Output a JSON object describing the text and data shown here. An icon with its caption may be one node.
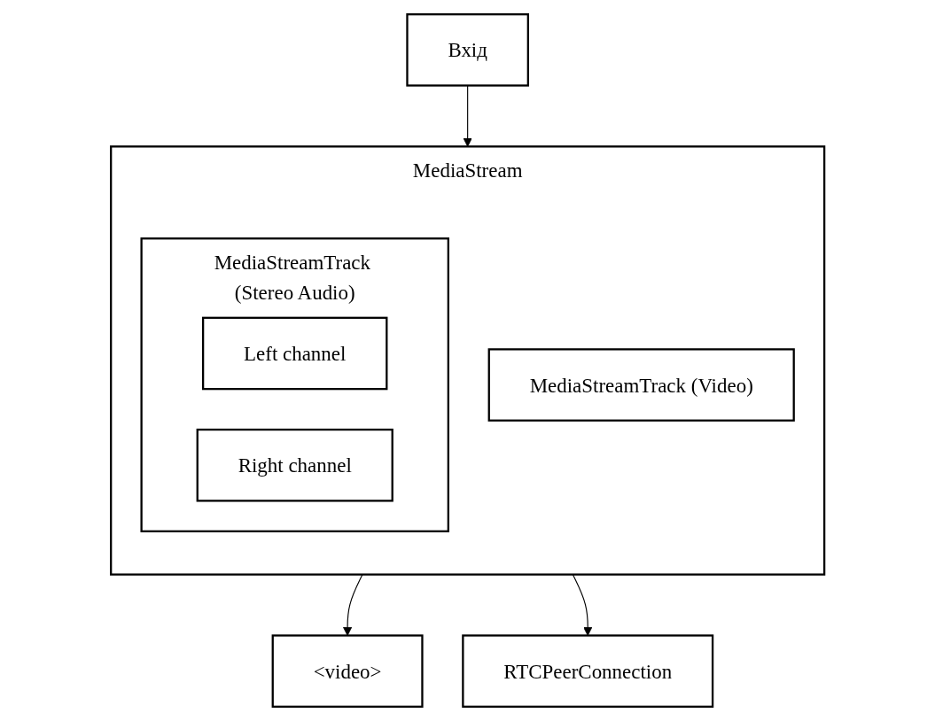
{
  "diagram": {
    "nodes": [
      {
        "text": [
          "Вхід"
        ]
      },
      {
        "text": [
          "MediaStream"
        ]
      },
      {
        "text": [
          "MediaStreamTrack (Video)"
        ],
        "in": 1
      },
      {
        "text": [
          "MediaStreamTrack (Stereo Audio)"
        ],
        "in": 1
      },
      {
        "text": [
          "Left channel"
        ],
        "in": 3
      },
      {
        "text": [
          "Right channel"
        ],
        "in": 3
      },
      {
        "text": [
          "<video>"
        ]
      },
      {
        "text": [
          "RTCPeerConnection"
        ]
      }
    ],
    "edges": [
      {
        "from": 0,
        "to": 1,
        "arrow": "to"
      },
      {
        "from": 1,
        "to": 6,
        "arrow": "to"
      },
      {
        "from": 1,
        "to": 7,
        "arrow": "to"
      }
    ]
  }
}
